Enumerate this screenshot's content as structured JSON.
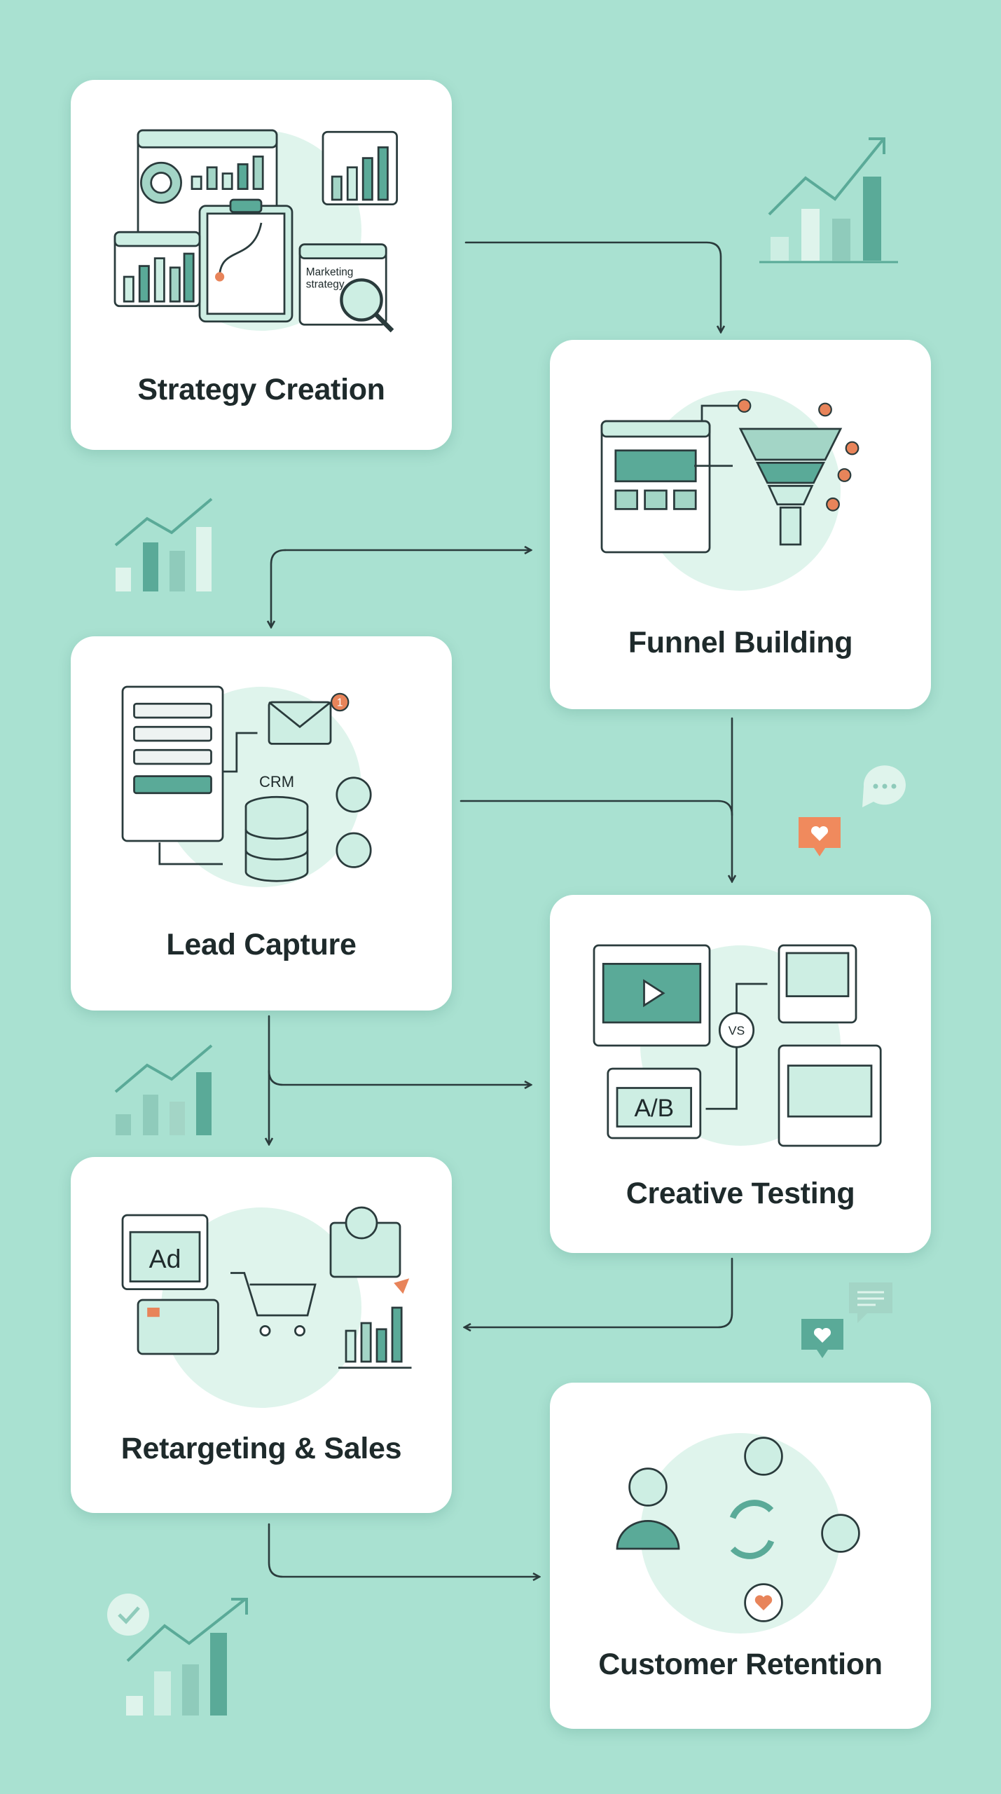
{
  "colors": {
    "background": "#a9e1d1",
    "teal": "#5aaa98",
    "light_teal": "#cdeee3",
    "ink": "#1e2a2b",
    "accent": "#e8845a"
  },
  "steps": [
    {
      "title": "Strategy Creation",
      "illustration": {
        "label_line1": "Marketing",
        "label_line2": "strategy"
      }
    },
    {
      "title": "Funnel Building"
    },
    {
      "title": "Lead Capture",
      "illustration": {
        "database_label": "CRM",
        "notification_count": "1"
      }
    },
    {
      "title": "Creative Testing",
      "illustration": {
        "versus_label": "VS",
        "ab_label": "A/B"
      }
    },
    {
      "title": "Retargeting & Sales",
      "illustration": {
        "ad_label": "Ad"
      }
    },
    {
      "title": "Customer Retention"
    }
  ]
}
